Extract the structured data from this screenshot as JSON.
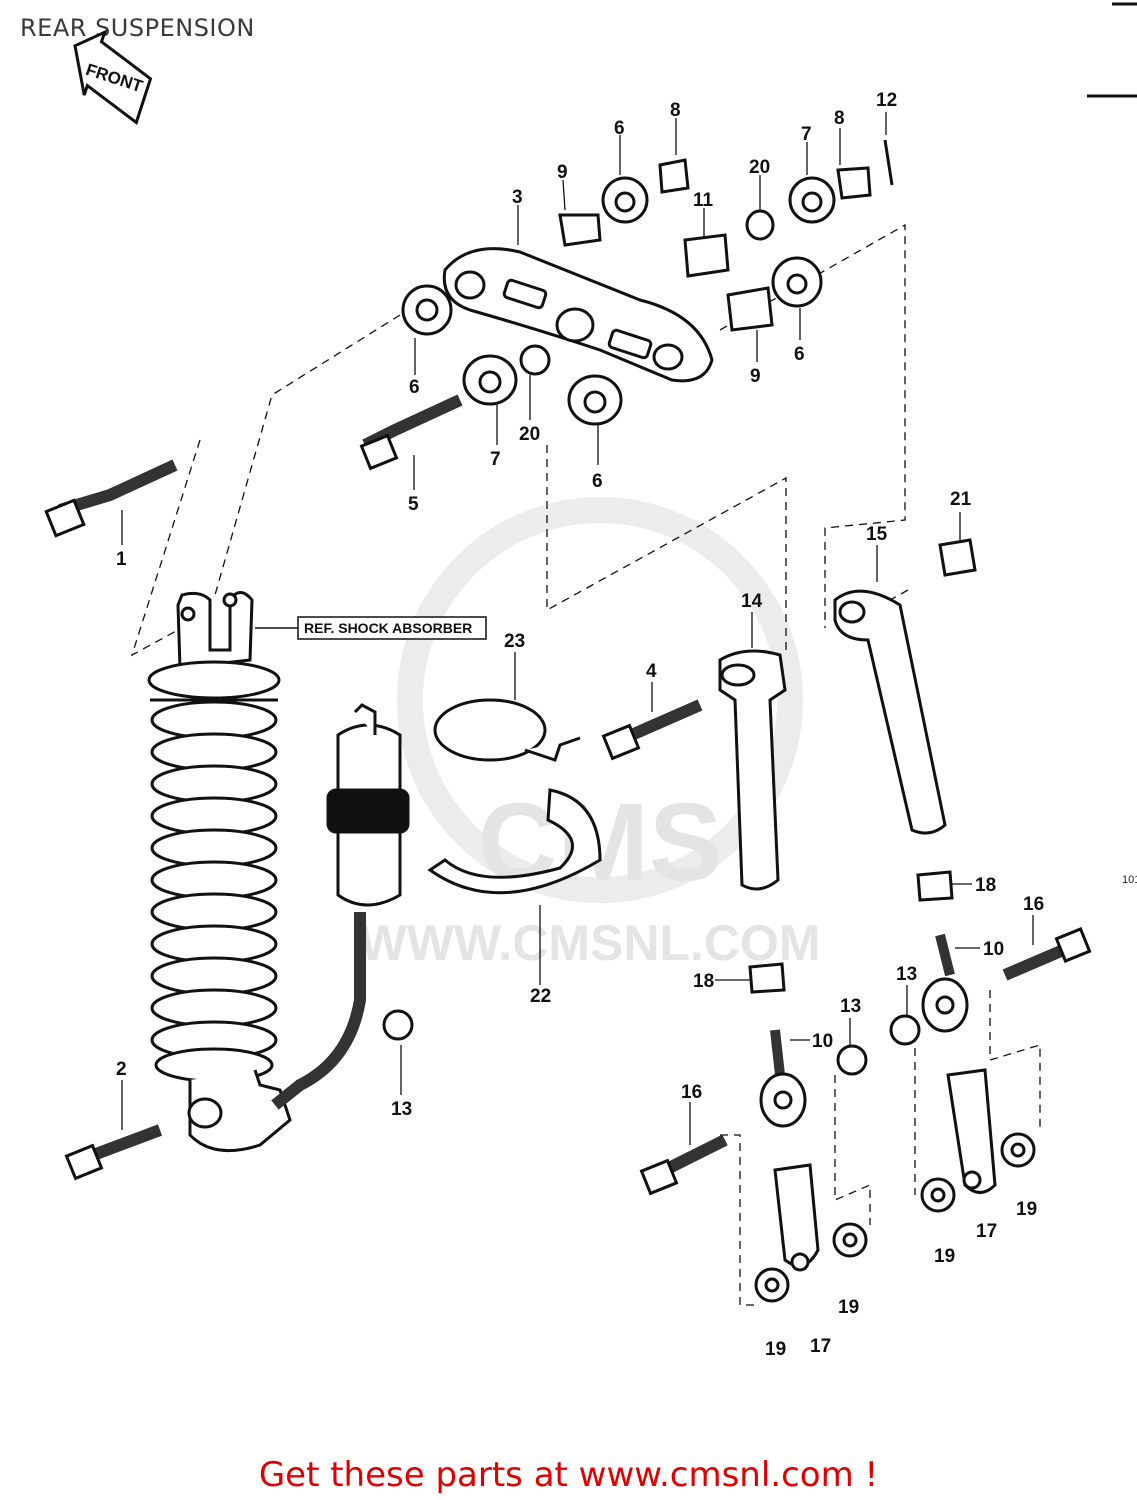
{
  "title": "REAR SUSPENSION",
  "front_label": "FRONT",
  "ref_label": "REF. SHOCK ABSORBER",
  "watermark": {
    "brand": "CMS",
    "url": "WWW.CMSNL.COM"
  },
  "side_note": "101",
  "footer": "Get these parts at www.cmsnl.com !",
  "callouts": [
    "12",
    "8",
    "6",
    "8",
    "7",
    "9",
    "20",
    "3",
    "11",
    "6",
    "9",
    "6",
    "20",
    "7",
    "6",
    "5",
    "1",
    "21",
    "15",
    "14",
    "23",
    "4",
    "18",
    "16",
    "10",
    "13",
    "13",
    "10",
    "18",
    "22",
    "2",
    "13",
    "16",
    "19",
    "17",
    "19",
    "19",
    "17",
    "19"
  ],
  "colors": {
    "footer": "#e00000",
    "ink": "#111111",
    "watermark": "#e4e4e4"
  }
}
